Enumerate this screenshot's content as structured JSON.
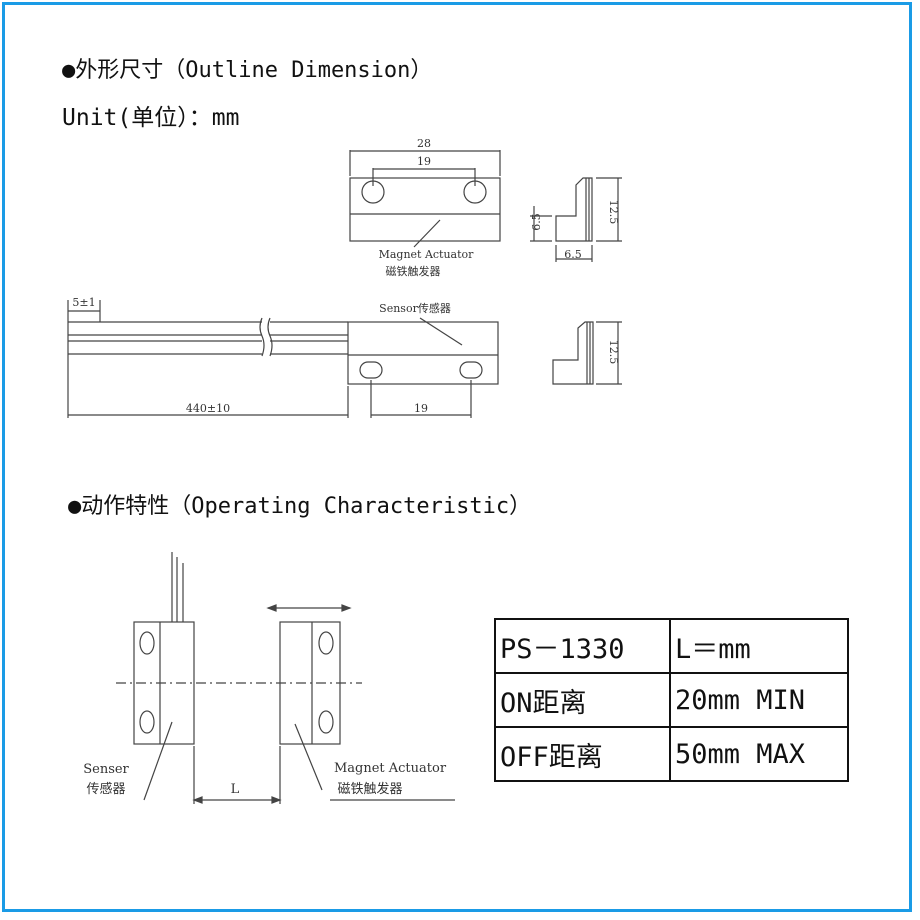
{
  "section1": {
    "title": "●外形尺寸（Outline Dimension）",
    "unit": "Unit(单位）：mm"
  },
  "drawing1": {
    "dim_28": "28",
    "dim_19_top": "19",
    "dim_6_5_h": "6.5",
    "dim_12_5_top": "12.5",
    "dim_6_5_w": "6.5",
    "magnet_en": "Magnet Actuator",
    "magnet_cn": "磁铁触发器",
    "wire_strip": "5±1",
    "sensor_label": "Sensor传感器",
    "dim_12_5_bottom": "12.5",
    "dim_440": "440±10",
    "dim_19_bottom": "19"
  },
  "section2": {
    "title": "●动作特性（Operating Characteristic）"
  },
  "drawing2": {
    "senser_en": "Senser",
    "senser_cn": "传感器",
    "gap_label": "L",
    "magnet_en": "Magnet Actuator",
    "magnet_cn": "磁铁触发器"
  },
  "spec_table": {
    "rows": [
      [
        "PS－1330",
        "L＝mm"
      ],
      [
        "ON距离",
        "20mm MIN"
      ],
      [
        "OFF距离",
        "50mm MAX"
      ]
    ]
  }
}
